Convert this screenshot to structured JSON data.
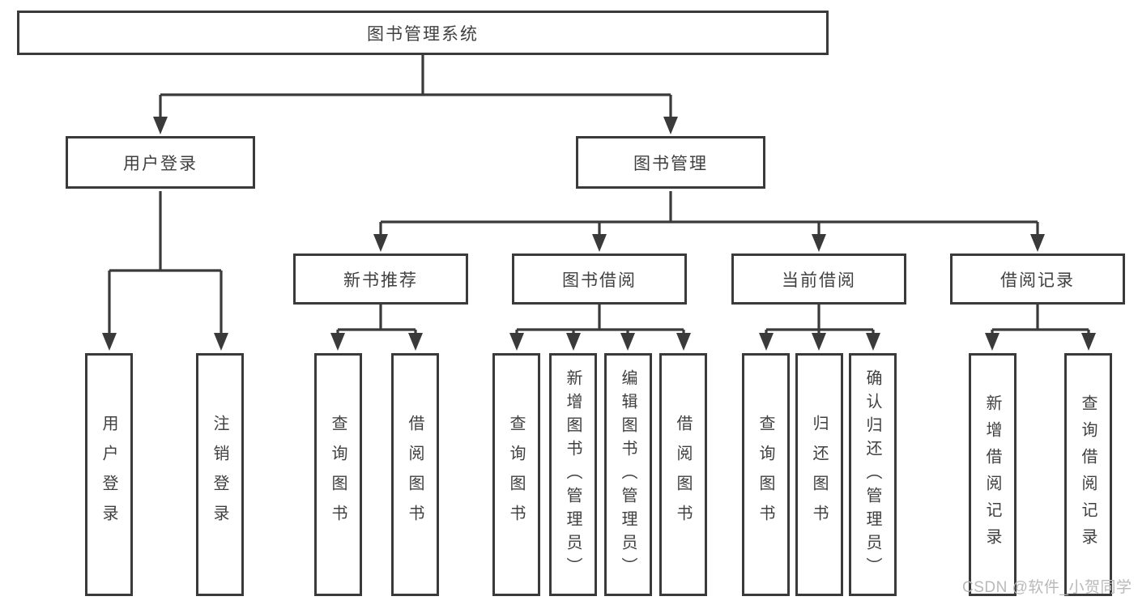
{
  "diagram": {
    "root": {
      "label": "图书管理系统"
    },
    "level2": [
      {
        "label": "用户登录"
      },
      {
        "label": "图书管理"
      }
    ],
    "level3": [
      {
        "label": "新书推荐"
      },
      {
        "label": "图书借阅"
      },
      {
        "label": "当前借阅"
      },
      {
        "label": "借阅记录"
      }
    ],
    "leaves": [
      {
        "label": "用户登录"
      },
      {
        "label": "注销登录"
      },
      {
        "label": "查询图书"
      },
      {
        "label": "借阅图书"
      },
      {
        "label": "查询图书"
      },
      {
        "label": "新增图书（管理员）"
      },
      {
        "label": "编辑图书（管理员）"
      },
      {
        "label": "借阅图书"
      },
      {
        "label": "查询图书"
      },
      {
        "label": "归还图书"
      },
      {
        "label": "确认归还（管理员）"
      },
      {
        "label": "新增借阅记录"
      },
      {
        "label": "查询借阅记录"
      }
    ]
  },
  "watermark": {
    "text": "CSDN @软件_小贺同学"
  },
  "colors": {
    "line": "#3a3a3a",
    "text": "#404040",
    "background": "#ffffff",
    "watermark": "#b9b9b9"
  }
}
